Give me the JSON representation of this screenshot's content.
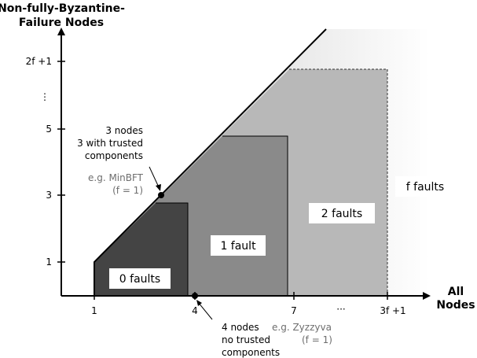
{
  "axes": {
    "y_title_line1": "Non-fully-Byzantine-",
    "y_title_line2": "Failure Nodes",
    "x_title_line1": "All",
    "x_title_line2": "Nodes"
  },
  "x_ticks": [
    "1",
    "4",
    "7",
    "···",
    "3f +1"
  ],
  "y_ticks": [
    "2f +1",
    "⋮",
    "5",
    "3",
    "1"
  ],
  "regions": {
    "zero": "0 faults",
    "one": "1 fault",
    "two": "2 faults",
    "f": "f faults"
  },
  "annotations": {
    "minbft_point": {
      "line1": "3 nodes",
      "line2": "3 with trusted",
      "line3": "components",
      "example1": "e.g. MinBFT",
      "example2": "(f = 1)"
    },
    "zyzzyva_point": {
      "line1": "4 nodes",
      "line2": "no trusted",
      "line3": "components",
      "example1": "e.g. Zyzzyva",
      "example2": "(f = 1)"
    }
  },
  "colors": {
    "zero_faults": "#444444",
    "one_fault": "#8a8a8a",
    "two_faults": "#b8b8b8",
    "f_faults_fade": "#d9d9d9"
  }
}
